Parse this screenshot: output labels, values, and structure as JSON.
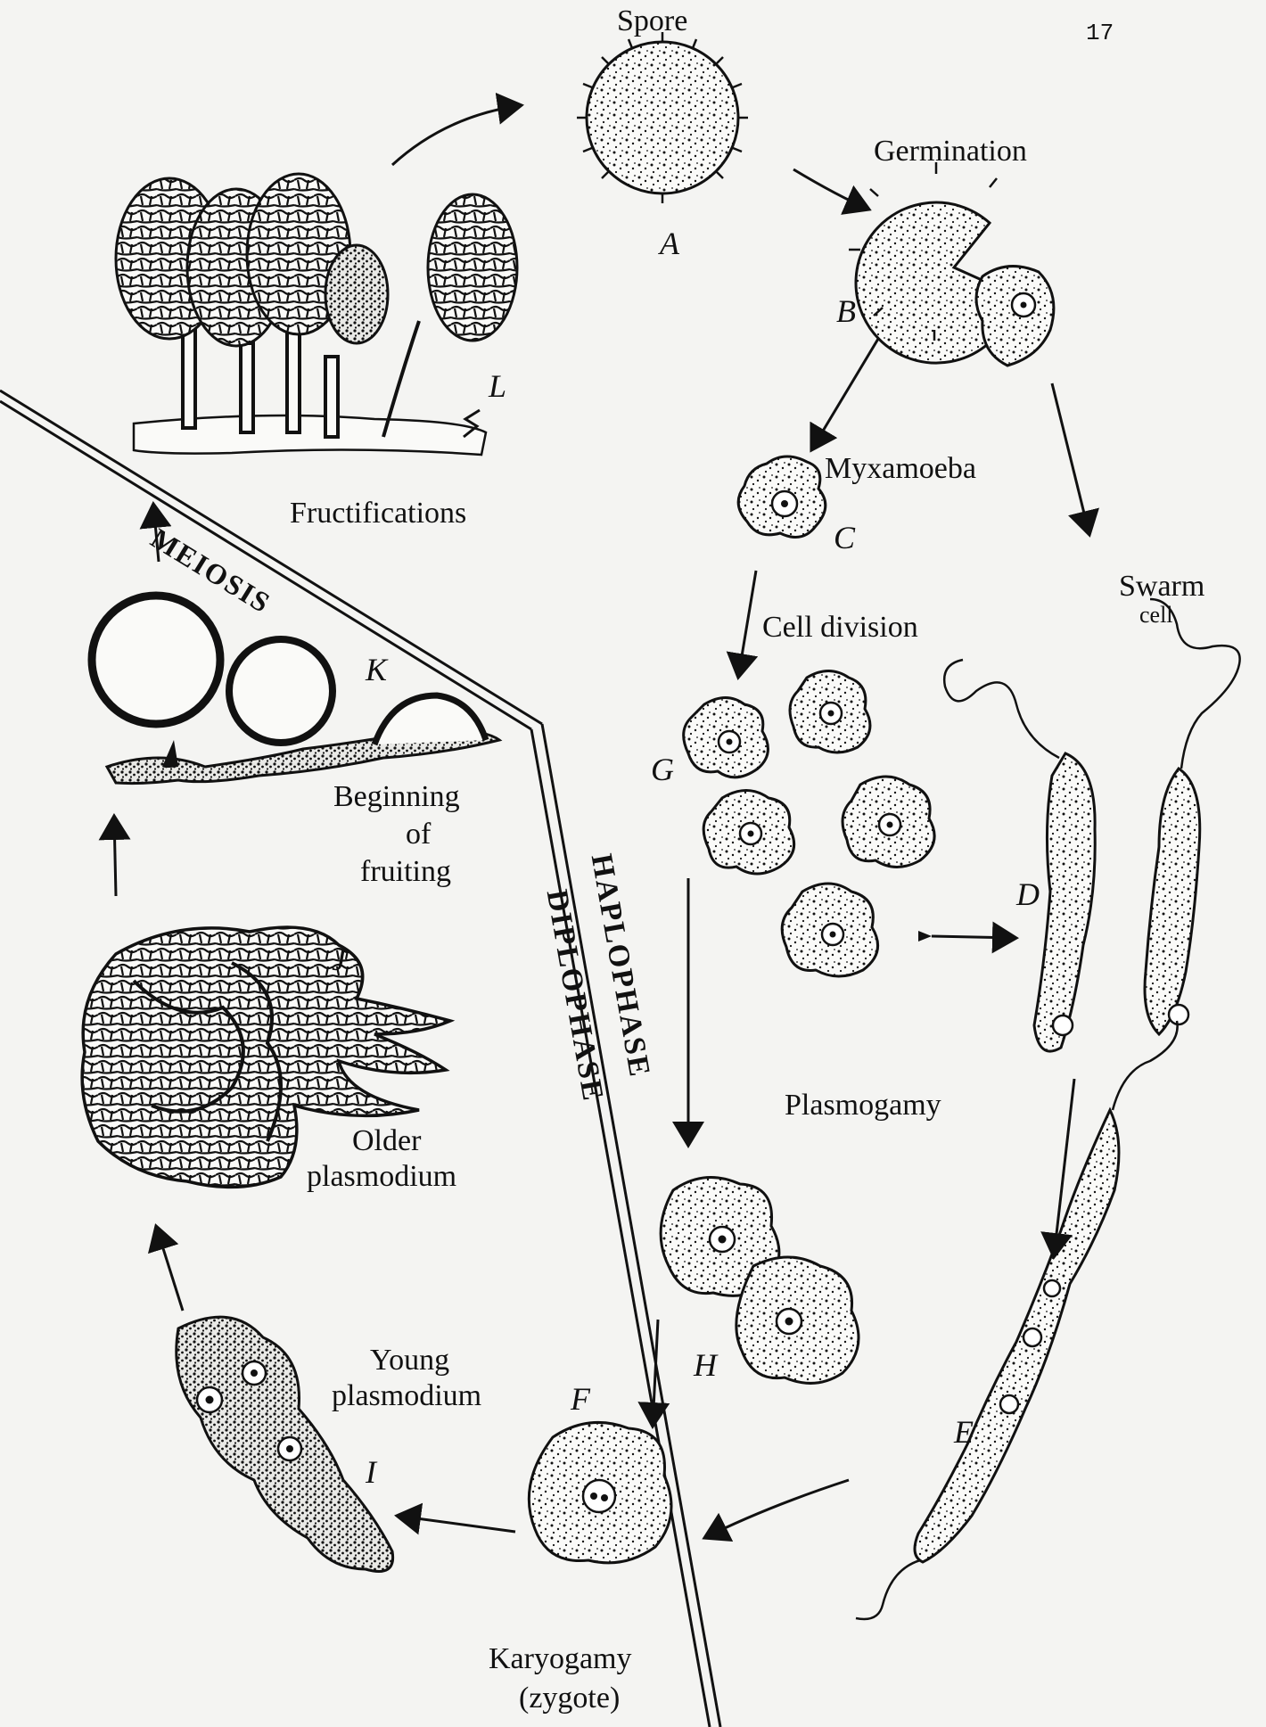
{
  "page_number": "17",
  "labels": {
    "spore": "Spore",
    "germination": "Germination",
    "myxamoeba": "Myxamoeba",
    "swarm_cell": "Swarm",
    "swarm_cell_2": "cell",
    "cell_division": "Cell division",
    "plasmogamy": "Plasmogamy",
    "karyogamy": "Karyogamy",
    "zygote": "(zygote)",
    "young_plasmodium_1": "Young",
    "young_plasmodium_2": "plasmodium",
    "older_plasmodium_1": "Older",
    "older_plasmodium_2": "plasmodium",
    "beginning_1": "Beginning",
    "beginning_2": "of",
    "beginning_3": "fruiting",
    "fructifications": "Fructifications",
    "meiosis": "MEIOSIS",
    "haplophase": "HAPLOPHASE",
    "diplophase": "DIPLOPHASE"
  },
  "letters": {
    "A": "A",
    "B": "B",
    "C": "C",
    "D": "D",
    "E": "E",
    "F": "F",
    "G": "G",
    "H": "H",
    "I": "I",
    "J": "J",
    "K": "K",
    "L": "L"
  }
}
